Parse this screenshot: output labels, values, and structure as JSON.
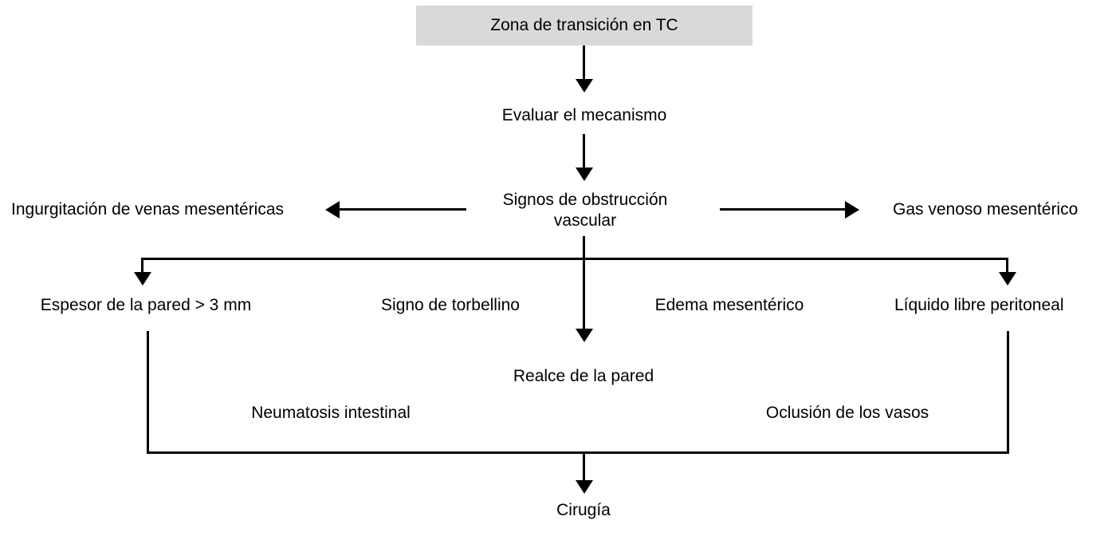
{
  "diagram": {
    "title": "Zona de transición en TC",
    "language": "es",
    "type": "flowchart",
    "colors": {
      "header_fill": "#d9d9d9",
      "line": "#000000",
      "text": "#000000",
      "background": "#ffffff"
    },
    "nodes": {
      "header": "Zona de transición en TC",
      "step_evaluate": "Evaluar el mecanismo",
      "step_vascular": "Signos de obstrucción\nvascular",
      "branch_left": "Ingurgitación de venas mesentéricas",
      "branch_right": "Gas venoso mesentérico",
      "finding_1": "Espesor de la pared > 3 mm",
      "finding_2": "Signo de torbellino",
      "finding_3": "Edema mesentérico",
      "finding_4": "Líquido libre peritoneal",
      "finding_5": "Realce de la pared",
      "finding_6": "Neumatosis intestinal",
      "finding_7": "Oclusión de los vasos",
      "outcome": "Cirugía"
    },
    "edges": [
      {
        "from": "header",
        "to": "step_evaluate",
        "direction": "down"
      },
      {
        "from": "step_evaluate",
        "to": "step_vascular",
        "direction": "down"
      },
      {
        "from": "step_vascular",
        "to": "branch_left",
        "direction": "left"
      },
      {
        "from": "step_vascular",
        "to": "branch_right",
        "direction": "right"
      },
      {
        "from": "step_vascular",
        "to": "finding_1",
        "direction": "down-left"
      },
      {
        "from": "step_vascular",
        "to": "finding_5",
        "direction": "down"
      },
      {
        "from": "step_vascular",
        "to": "finding_4",
        "direction": "down-right"
      },
      {
        "from": "findings_group",
        "to": "outcome",
        "direction": "down"
      }
    ]
  }
}
